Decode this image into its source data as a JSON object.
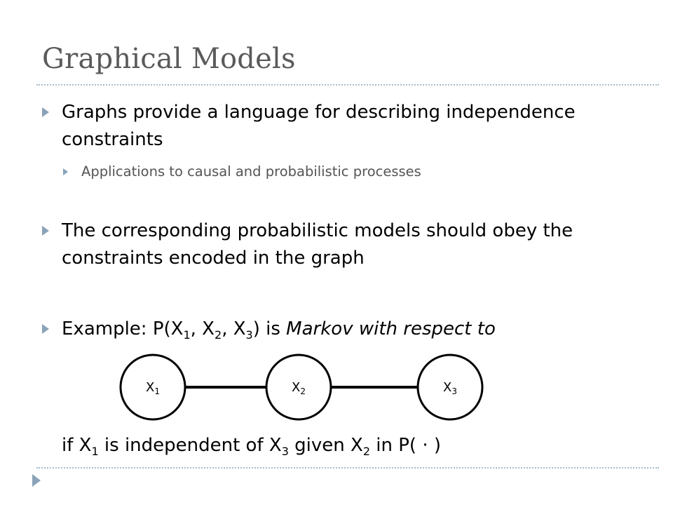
{
  "slide": {
    "title": "Graphical Models",
    "bullets": {
      "b1": {
        "line1": "Graphs provide a language for describing independence",
        "line2": "constraints",
        "sub": "Applications to causal and probabilistic processes"
      },
      "b2": {
        "line1": "The corresponding probabilistic models should obey the",
        "line2": "constraints encoded in the graph"
      },
      "b3": {
        "prefix": "Example: P(X",
        "s1": "1",
        "t1": ", X",
        "s2": "2",
        "t2": ", X",
        "s3": "3",
        "t3": ") is ",
        "emph": "Markov with respect to"
      }
    },
    "graph": {
      "nodes": [
        {
          "base": "X",
          "sub": "1"
        },
        {
          "base": "X",
          "sub": "2"
        },
        {
          "base": "X",
          "sub": "3"
        }
      ]
    },
    "conclusion": {
      "t0": "if X",
      "s1": "1",
      "t1": " is independent of X",
      "s2": "3",
      "t2": " given X",
      "s3": "2",
      "t3": " in P( · )"
    },
    "colors": {
      "title": "#5a5a5a",
      "bullet": "#8aa3b8",
      "divider": "#a9bcc9",
      "sub_text": "#555555"
    }
  }
}
